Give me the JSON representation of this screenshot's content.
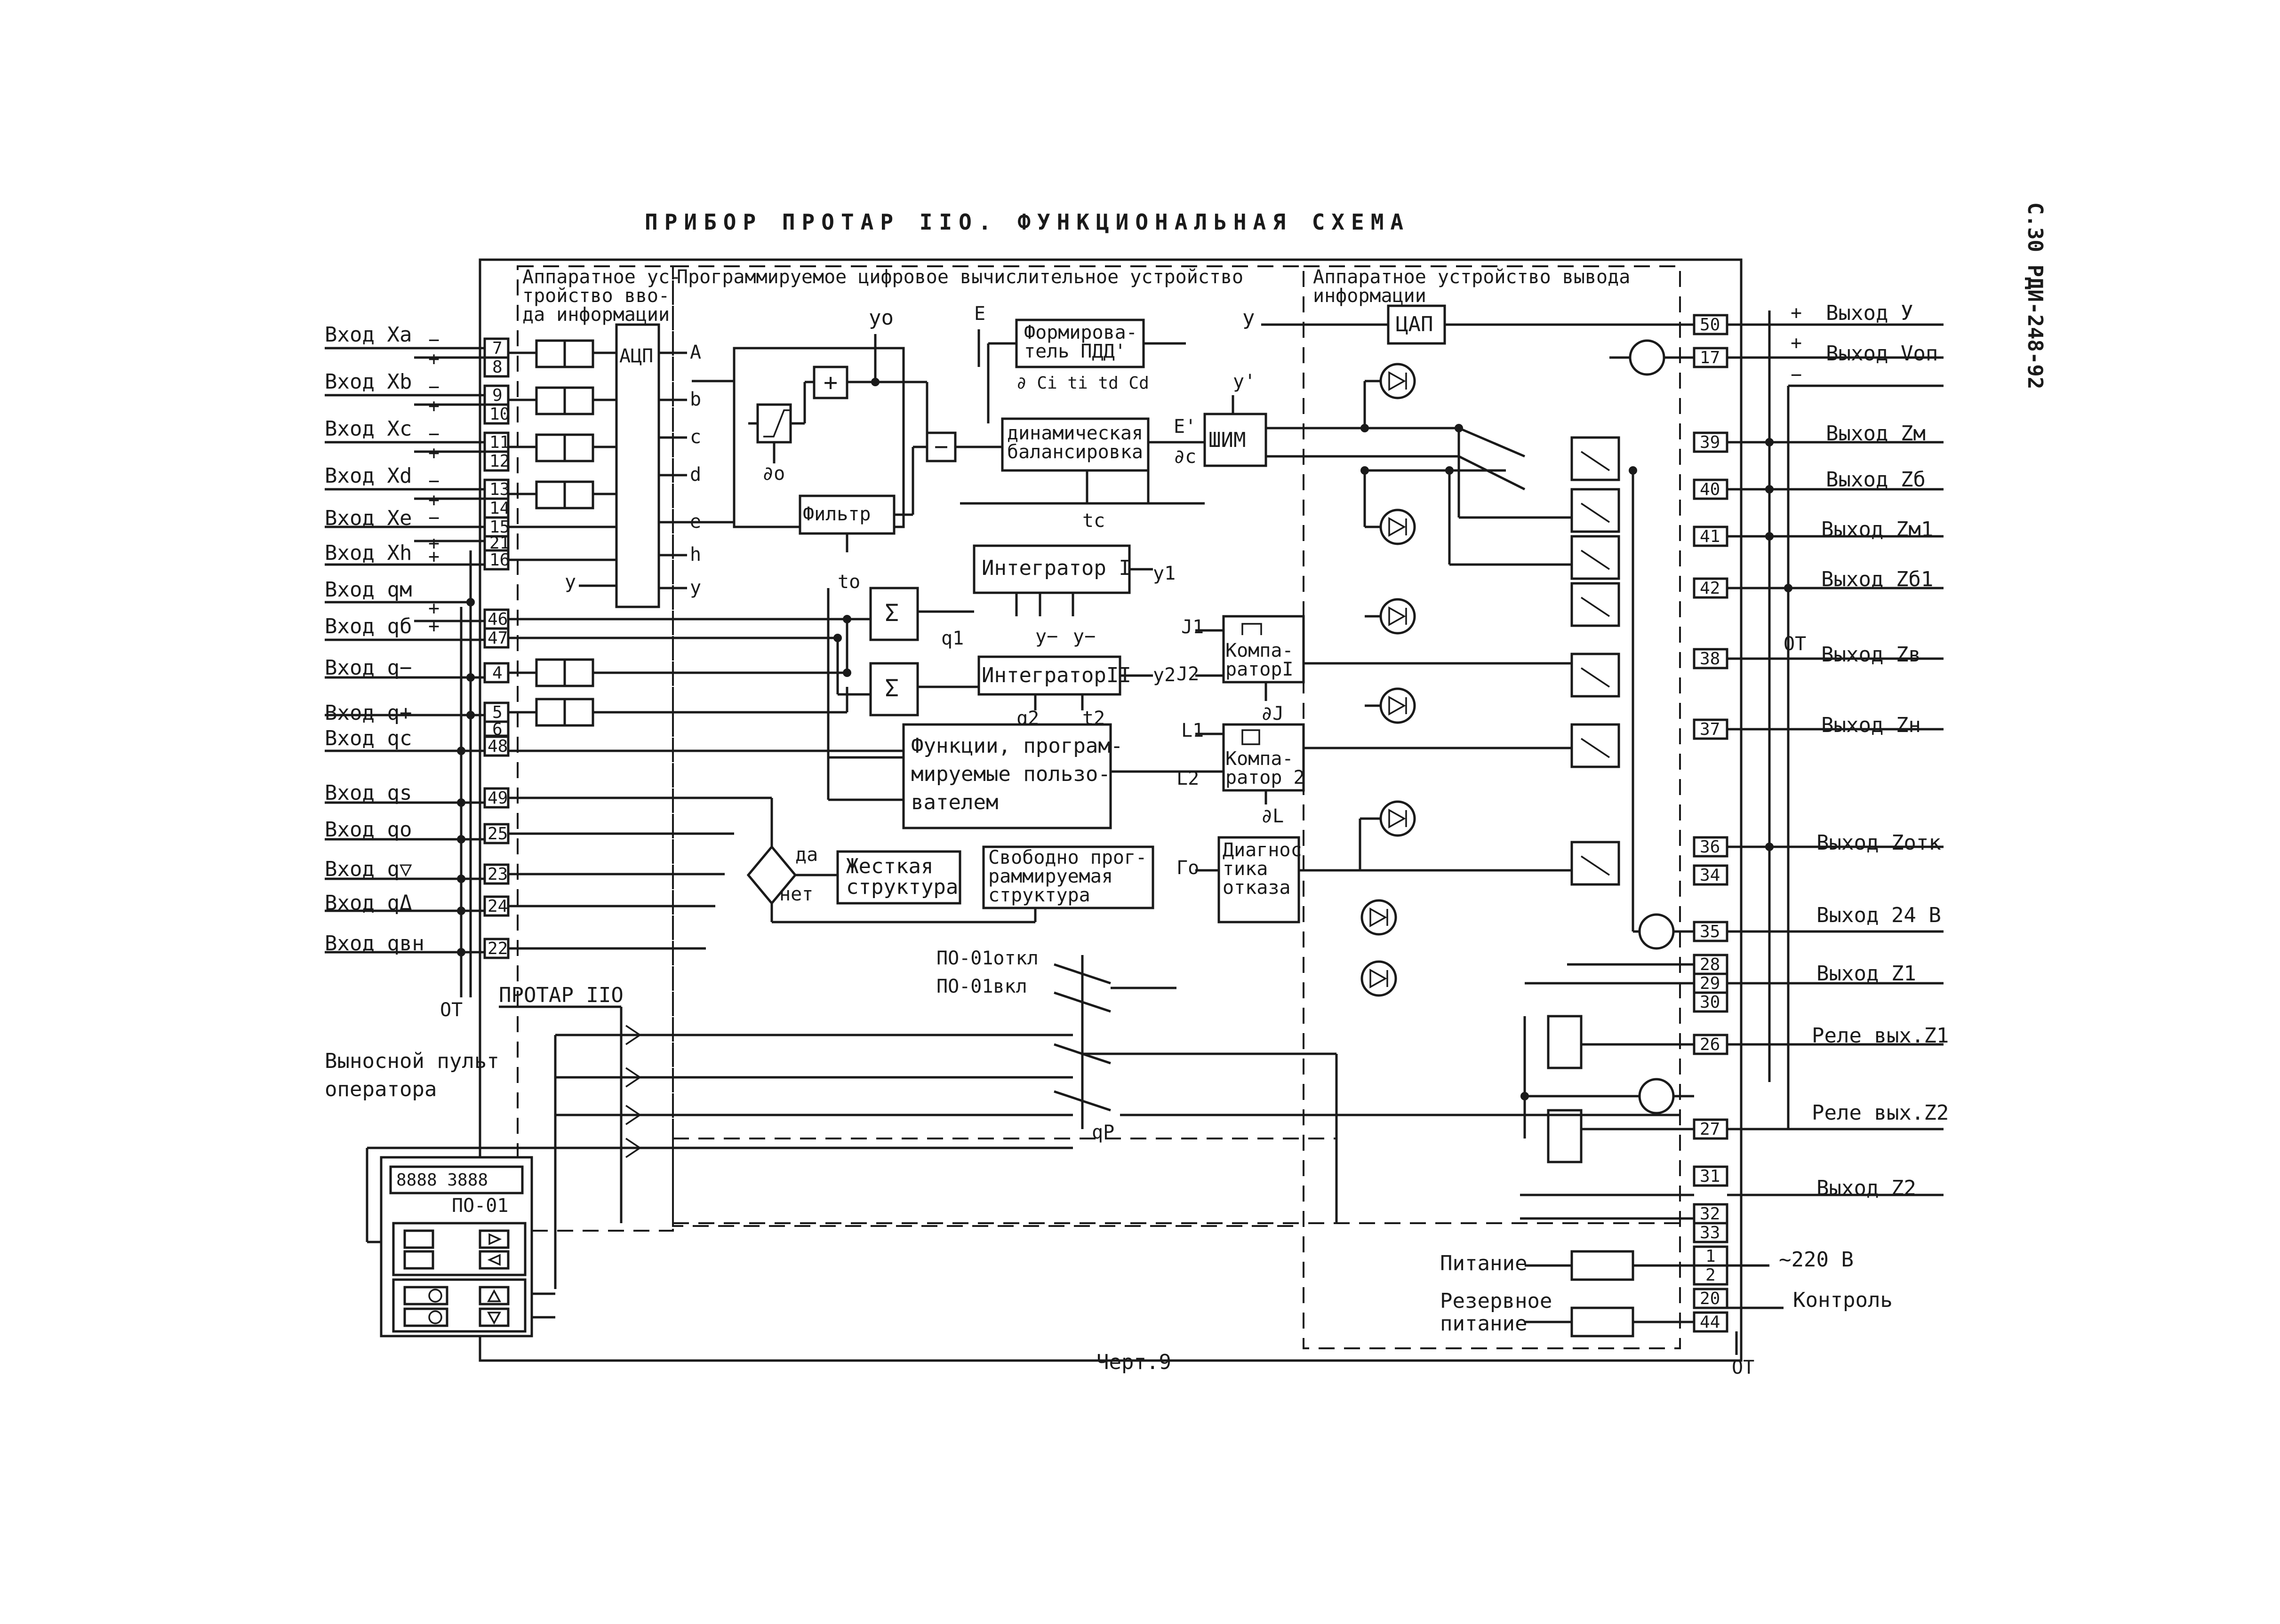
{
  "page": {
    "title": "ПРИБОР ПРОТАР IIO. ФУНКЦИОНАЛЬНАЯ СХЕМА",
    "side_label": "С.30 РДИ-248-92",
    "caption": "Черт.9"
  },
  "sections": {
    "input_device": [
      "Аппаратное ус-",
      "тройство вво-",
      "да информации"
    ],
    "cpu": "Программируемое цифровое вычислительное устройство",
    "output_device": [
      "Аппаратное устройство вывода",
      "информации"
    ]
  },
  "inputs": [
    {
      "label": "Вход Xa",
      "pins": [
        "7",
        "8"
      ],
      "signs": [
        "−",
        "+"
      ],
      "bus": "A"
    },
    {
      "label": "Вход Xb",
      "pins": [
        "9",
        "10"
      ],
      "signs": [
        "−",
        "+"
      ],
      "bus": "b"
    },
    {
      "label": "Вход Xc",
      "pins": [
        "11",
        "12"
      ],
      "signs": [
        "−",
        "+"
      ],
      "bus": "c"
    },
    {
      "label": "Вход Xd",
      "pins": [
        "13",
        "14"
      ],
      "signs": [
        "−",
        "+"
      ],
      "bus": "d"
    },
    {
      "label": "Вход Xe",
      "pins": [
        "15",
        "21"
      ],
      "signs": [
        "−",
        "+"
      ],
      "bus": "e"
    },
    {
      "label": "Вход Xh",
      "pins": [
        "16"
      ],
      "signs": [
        "+"
      ],
      "bus": "h"
    }
  ],
  "discrete_inputs": [
    {
      "label": "Вход qм",
      "pins": [
        "46"
      ],
      "signs": [
        "+"
      ]
    },
    {
      "label": "Вход qб",
      "pins": [
        "47"
      ],
      "signs": [
        "+"
      ]
    },
    {
      "label": "Вход q−",
      "pins": [
        "4"
      ],
      "signs": []
    },
    {
      "label": "Вход q+",
      "pins": [
        "5",
        "6"
      ],
      "signs": []
    },
    {
      "label": "Вход qc",
      "pins": [
        "48"
      ],
      "signs": []
    },
    {
      "label": "Вход qs",
      "pins": [
        "49"
      ],
      "signs": []
    },
    {
      "label": "Вход qo",
      "pins": [
        "25"
      ],
      "signs": []
    },
    {
      "label": "Вход q▽",
      "pins": [
        "23"
      ],
      "signs": []
    },
    {
      "label": "Вход qΔ",
      "pins": [
        "24"
      ],
      "signs": []
    },
    {
      "label": "Вход qвн",
      "pins": [
        "22"
      ],
      "signs": []
    }
  ],
  "blocks": {
    "adc": "АЦП",
    "former": [
      "Формирова-",
      "тель ПДД'"
    ],
    "former_params": "∂ Ci ti td Cd",
    "balance": [
      "динамическая",
      "балансировка"
    ],
    "filter": "Фильтр",
    "pwm": "ШИМ",
    "dac": "ЦАП",
    "integrator1": "Интегратор I",
    "integrator2": "ИнтеграторII",
    "sum_symbol": "Σ",
    "plus_symbol": "+",
    "minus_symbol": "−",
    "comparator1": [
      "Компа-",
      "раторI"
    ],
    "comparator2": [
      "Компа-",
      "ратор 2"
    ],
    "diagnostics": [
      "Диагнос",
      "тика",
      "отказа"
    ],
    "functions": [
      "Функции, програм-",
      "мируемые пользо-",
      "вателем"
    ],
    "decision_yes": "да",
    "decision_no": "нет",
    "rigid": [
      "Жесткая",
      "структура"
    ],
    "free": [
      "Свободно прог-",
      "раммируемая",
      "структура"
    ]
  },
  "signals": {
    "y": "y",
    "yo": "yo",
    "E": "E",
    "E_prime": "E'",
    "dc": "∂c",
    "ao": "∂o",
    "to": "to",
    "tc": "tc",
    "y_prime": "y'",
    "y1": "y1",
    "y2": "y2",
    "q1": "q1",
    "q2": "q2",
    "ym": "y−",
    "yp": "y−",
    "t2": "t2",
    "L1": "L1",
    "L2": "L2",
    "J1": "J1",
    "J2": "J2",
    "aJ": "∂J",
    "aL": "∂L",
    "Го": "Го",
    "OT": "ОТ"
  },
  "outputs": [
    {
      "label": "Выход У",
      "pins": [
        "50"
      ],
      "signs": [
        "+"
      ]
    },
    {
      "label": "Выход Vоп",
      "pins": [
        "17"
      ],
      "signs": [
        "+",
        "−"
      ]
    },
    {
      "label": "Выход Zм",
      "pins": [
        "39"
      ],
      "signs": []
    },
    {
      "label": "Выход Zб",
      "pins": [
        "40"
      ],
      "signs": []
    },
    {
      "label": "Выход Zм1",
      "pins": [
        "41"
      ],
      "signs": []
    },
    {
      "label": "Выход Zб1",
      "pins": [
        "42"
      ],
      "signs": []
    },
    {
      "label": "Выход Zв",
      "pins": [
        "38"
      ],
      "signs": []
    },
    {
      "label": "Выход Zн",
      "pins": [
        "37"
      ],
      "signs": []
    },
    {
      "label": "Выход Zотк",
      "pins": [
        "36",
        "34"
      ],
      "signs": []
    },
    {
      "label": "Выход 24 В",
      "pins": [
        "35"
      ],
      "signs": []
    },
    {
      "label": "Выход Z1",
      "pins": [
        "28",
        "29",
        "30"
      ],
      "signs": []
    },
    {
      "label": "Реле вых.Z1",
      "pins": [
        "26"
      ],
      "signs": []
    },
    {
      "label": "Реле вых.Z2",
      "pins": [
        "27"
      ],
      "signs": []
    },
    {
      "label": "Выход Z2",
      "pins": [
        "31",
        "32",
        "33"
      ],
      "signs": []
    }
  ],
  "power": {
    "supply": "Питание",
    "reserve": [
      "Резервное",
      "питание"
    ],
    "mains": "~220 В",
    "control": "Контроль",
    "pins": [
      "1",
      "2",
      "20",
      "44"
    ],
    "ot": "ОТ"
  },
  "remote": {
    "label": [
      "Выносной пульт",
      "оператора"
    ],
    "device": "ПРОТАР IIO",
    "panel": "ПО-01",
    "display": "8888 3888",
    "switch_off": "ПО-01откл",
    "switch_on": "ПО-01вкл",
    "qP": "qР",
    "ot": "ОТ"
  },
  "colors": {
    "ink": "#1a1a1a",
    "paper": "#ffffff"
  }
}
